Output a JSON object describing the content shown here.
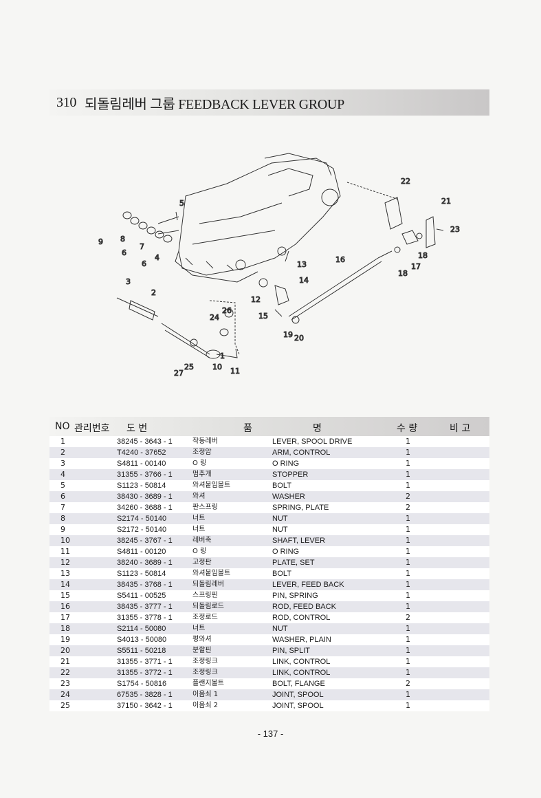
{
  "header": {
    "section_no": "310",
    "title": "되돌림레버 그룹 FEEDBACK LEVER GROUP"
  },
  "diagram": {
    "callouts": [
      "1",
      "2",
      "3",
      "4",
      "5",
      "6",
      "6",
      "7",
      "8",
      "9",
      "10",
      "11",
      "12",
      "13",
      "14",
      "15",
      "16",
      "17",
      "18",
      "18",
      "19",
      "20",
      "21",
      "22",
      "23",
      "24",
      "25",
      "26",
      "27"
    ]
  },
  "table": {
    "headers": {
      "no": "NO",
      "mgmt": "관리번호",
      "drawing": "도    번",
      "name_a": "품",
      "name_b": "명",
      "qty": "수 량",
      "remark": "비 고"
    },
    "rows": [
      {
        "no": "1",
        "part": "38245 - 3643 - 1",
        "kor": "작동레버",
        "eng": "LEVER, SPOOL DRIVE",
        "qty": "1"
      },
      {
        "no": "2",
        "part": "T4240 - 37652",
        "kor": "조정암",
        "eng": "ARM, CONTROL",
        "qty": "1"
      },
      {
        "no": "3",
        "part": "S4811 - 00140",
        "kor": "O 링",
        "eng": "O RING",
        "qty": "1"
      },
      {
        "no": "4",
        "part": "31355 - 3766 - 1",
        "kor": "멈추개",
        "eng": "STOPPER",
        "qty": "1"
      },
      {
        "no": "5",
        "part": "S1123 - 50814",
        "kor": "와셔붙임볼트",
        "eng": "BOLT",
        "qty": "1"
      },
      {
        "no": "6",
        "part": "38430 - 3689 - 1",
        "kor": "와셔",
        "eng": "WASHER",
        "qty": "2"
      },
      {
        "no": "7",
        "part": "34260 - 3688 - 1",
        "kor": "판스프링",
        "eng": "SPRING, PLATE",
        "qty": "2"
      },
      {
        "no": "8",
        "part": "S2174 - 50140",
        "kor": "너트",
        "eng": "NUT",
        "qty": "1"
      },
      {
        "no": "9",
        "part": "S2172 - 50140",
        "kor": "너트",
        "eng": "NUT",
        "qty": "1"
      },
      {
        "no": "10",
        "part": "38245 - 3767 - 1",
        "kor": "레버축",
        "eng": "SHAFT, LEVER",
        "qty": "1"
      },
      {
        "no": "11",
        "part": "S4811 - 00120",
        "kor": "O 링",
        "eng": "O RING",
        "qty": "1"
      },
      {
        "no": "12",
        "part": "38240 - 3689 - 1",
        "kor": "고정판",
        "eng": "PLATE, SET",
        "qty": "1"
      },
      {
        "no": "13",
        "part": "S1123 - 50814",
        "kor": "와셔붙임볼트",
        "eng": "BOLT",
        "qty": "1"
      },
      {
        "no": "14",
        "part": "38435 - 3768 - 1",
        "kor": "되돌림레버",
        "eng": "LEVER, FEED BACK",
        "qty": "1"
      },
      {
        "no": "15",
        "part": "S5411 - 00525",
        "kor": "스프링핀",
        "eng": "PIN, SPRING",
        "qty": "1"
      },
      {
        "no": "16",
        "part": "38435 - 3777 - 1",
        "kor": "되돌림로드",
        "eng": "ROD, FEED BACK",
        "qty": "1"
      },
      {
        "no": "17",
        "part": "31355 - 3778 - 1",
        "kor": "조정로드",
        "eng": "ROD, CONTROL",
        "qty": "2"
      },
      {
        "no": "18",
        "part": "S2114 - 50080",
        "kor": "너트",
        "eng": "NUT",
        "qty": "1"
      },
      {
        "no": "19",
        "part": "S4013 - 50080",
        "kor": "평와셔",
        "eng": "WASHER, PLAIN",
        "qty": "1"
      },
      {
        "no": "20",
        "part": "S5511 - 50218",
        "kor": "분할핀",
        "eng": "PIN, SPLIT",
        "qty": "1"
      },
      {
        "no": "21",
        "part": "31355 - 3771 - 1",
        "kor": "조정링크",
        "eng": "LINK, CONTROL",
        "qty": "1"
      },
      {
        "no": "22",
        "part": "31355 - 3772 - 1",
        "kor": "조정링크",
        "eng": "LINK, CONTROL",
        "qty": "1"
      },
      {
        "no": "23",
        "part": "S1754 - 50816",
        "kor": "플랜지볼트",
        "eng": "BOLT, FLANGE",
        "qty": "2"
      },
      {
        "no": "24",
        "part": "67535 - 3828 - 1",
        "kor": "이음쇠 1",
        "eng": "JOINT, SPOOL",
        "qty": "1"
      },
      {
        "no": "25",
        "part": "37150 - 3642 - 1",
        "kor": "이음쇠 2",
        "eng": "JOINT, SPOOL",
        "qty": "1"
      }
    ]
  },
  "footer": {
    "page": "- 137 -"
  }
}
